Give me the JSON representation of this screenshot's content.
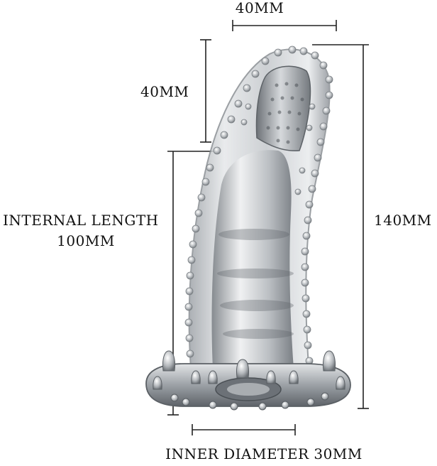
{
  "labels": {
    "top_width": "40MM",
    "tip_length": "40MM",
    "internal_length_title": "INTERNAL LENGTH",
    "internal_length_value": "100MM",
    "total_length": "140MM",
    "inner_diameter": "INNER DIAMETER 30MM"
  },
  "colors": {
    "dimension_line": "#222222",
    "text": "#111111",
    "product_fill": "#d7d9dc",
    "product_shadow": "#8e9398"
  }
}
